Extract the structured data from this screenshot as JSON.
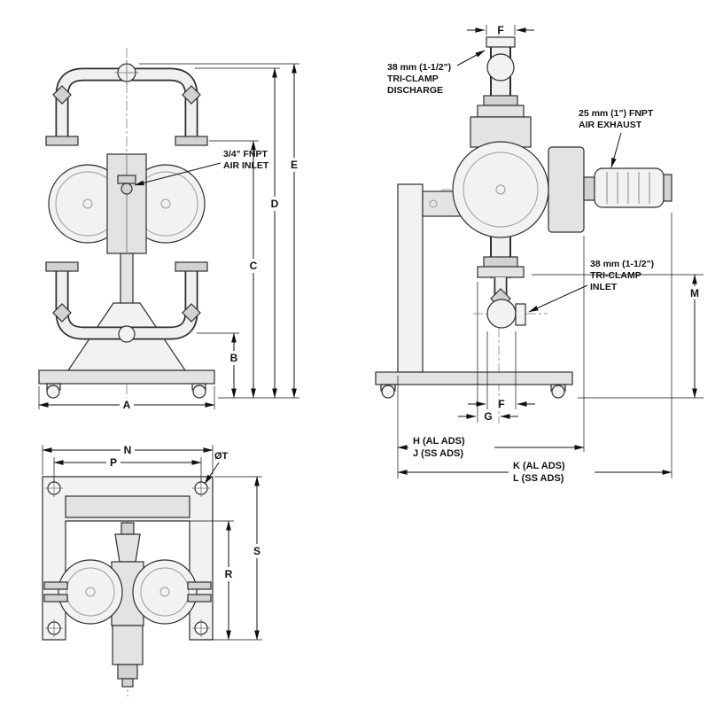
{
  "drawing": {
    "front": {
      "dim_a": "A",
      "dim_b": "B",
      "dim_c": "C",
      "dim_d": "D",
      "dim_e": "E",
      "callout_air": {
        "l1": "3/4\" FNPT",
        "l2": "AIR INLET"
      }
    },
    "side": {
      "dim_f_top": "F",
      "dim_f_bot": "F",
      "dim_g": "G",
      "dim_h": "H (AL ADS)",
      "dim_j": "J (SS ADS)",
      "dim_k": "K (AL ADS)",
      "dim_l": "L (SS ADS)",
      "dim_m": "M",
      "callout_discharge": {
        "l1": "38 mm (1-1/2\")",
        "l2": "TRI-CLAMP",
        "l3": "DISCHARGE"
      },
      "callout_exhaust": {
        "l1": "25 mm (1\") FNPT",
        "l2": "AIR EXHAUST"
      },
      "callout_inlet": {
        "l1": "38 mm (1-1/2\")",
        "l2": "TRI-CLAMP",
        "l3": "INLET"
      }
    },
    "bottom": {
      "dim_n": "N",
      "dim_p": "P",
      "dim_t": "ØT",
      "dim_r": "R",
      "dim_s": "S"
    },
    "colors": {
      "line": "#2d2d2d",
      "dim": "#111111",
      "body_fill": "#f2f2f2"
    }
  }
}
